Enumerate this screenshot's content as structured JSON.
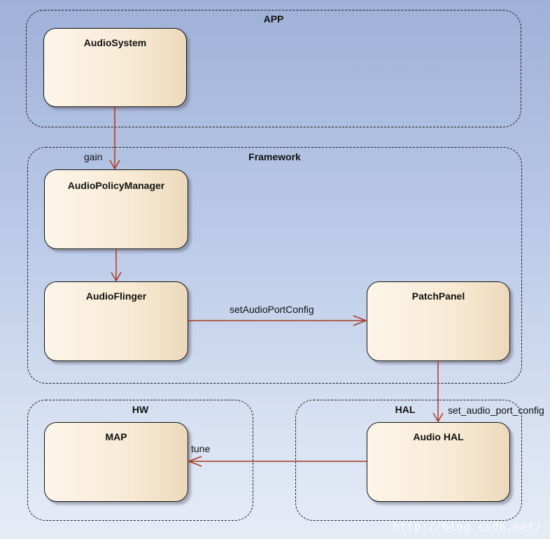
{
  "packages": {
    "app": "APP",
    "framework": "Framework",
    "hw": "HW",
    "hal": "HAL"
  },
  "nodes": {
    "audio_system": "AudioSystem",
    "audio_policy_manager": "AudioPolicyManager",
    "audio_flinger": "AudioFlinger",
    "patch_panel": "PatchPanel",
    "map": "MAP",
    "audio_hal": "Audio HAL"
  },
  "edges": {
    "gain": "gain",
    "set_audio_port_config_fw": "setAudioPortConfig",
    "set_audio_port_config_hal": "set_audio_port_config",
    "tune": "tune"
  },
  "colors": {
    "arrow": "#a8391f"
  },
  "watermark": "http://blog.csdn.net/"
}
